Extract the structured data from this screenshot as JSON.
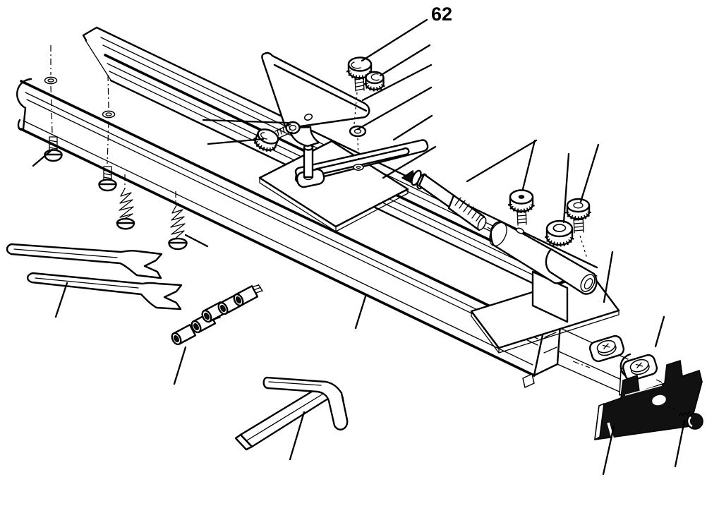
{
  "figure": {
    "type": "exploded-parts-diagram",
    "description": "Exploded view of a lathe/guide-rail accessory with fasteners and tools",
    "callout": {
      "label": "62",
      "target": "knurled-thumbscrew"
    },
    "colors": {
      "line": "#000000",
      "background": "#ffffff",
      "solid_part": "#111111"
    }
  },
  "parts": [
    "guide-rail",
    "rail-mounting-hole",
    "triangular-support-bracket",
    "bracket-washer",
    "bracket-thumbscrew",
    "headstock-base-plate",
    "slotted-arm",
    "locating-pin",
    "washer-62",
    "knurled-thumbscrew-62",
    "knurled-nut-62",
    "threaded-center-spindle",
    "tailstock-body",
    "tailstock-bushing",
    "tailstock-thumbscrew-front",
    "tailstock-knurled-nut",
    "tailstock-thumbscrew-rear",
    "tailstock-base-plate",
    "clamp-pad-front",
    "clamp-pad-rear",
    "clamp-bracket",
    "clamp-screw",
    "open-end-wrench-1",
    "open-end-wrench-2",
    "socket-head-screws",
    "machine-screw-1",
    "machine-screw-2",
    "tapping-screw-1",
    "tapping-screw-2",
    "tool-rest-bracket"
  ]
}
